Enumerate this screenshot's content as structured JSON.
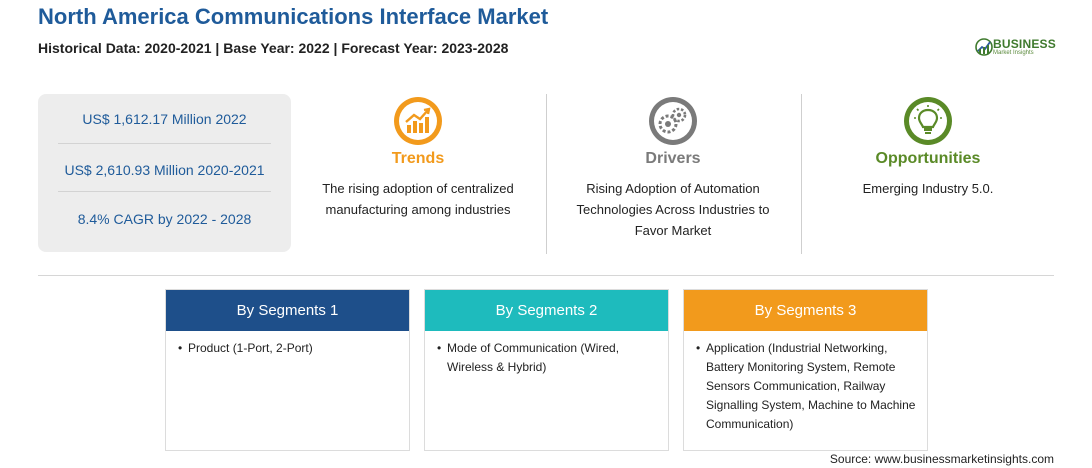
{
  "header": {
    "title": "North America Communications Interface Market",
    "subtitle": "Historical Data: 2020-2021 | Base Year: 2022 | Forecast Year: 2023-2028"
  },
  "logo": {
    "word": "BUSINESS",
    "sub": "Market Insights"
  },
  "stats": [
    "US$ 1,612.17 Million 2022",
    "US$ 2,610.93 Million 2020-2021",
    "8.4% CAGR by 2022 - 2028"
  ],
  "columns": [
    {
      "label": "Trends",
      "icon": "growth-chart-icon",
      "color": "#f29a1c",
      "desc": "The rising adoption of centralized manufacturing among industries"
    },
    {
      "label": "Drivers",
      "icon": "gears-icon",
      "color": "#7a7a7a",
      "desc": "Rising Adoption of Automation Technologies Across Industries to Favor Market"
    },
    {
      "label": "Opportunities",
      "icon": "lightbulb-icon",
      "color": "#5a8a27",
      "desc": "Emerging Industry 5.0."
    }
  ],
  "segments": [
    {
      "title": "By Segments 1",
      "item": "Product (1-Port, 2-Port)",
      "color": "#1e4f8a"
    },
    {
      "title": "By Segments 2",
      "item": "Mode of Communication (Wired, Wireless & Hybrid)",
      "color": "#1ebbbd"
    },
    {
      "title": "By Segments 3",
      "item": "Application (Industrial Networking, Battery Monitoring System, Remote Sensors Communication, Railway Signalling System, Machine to Machine Communication)",
      "color": "#f29a1c"
    }
  ],
  "bullet": "•",
  "source": "Source: www.businessmarketinsights.com"
}
